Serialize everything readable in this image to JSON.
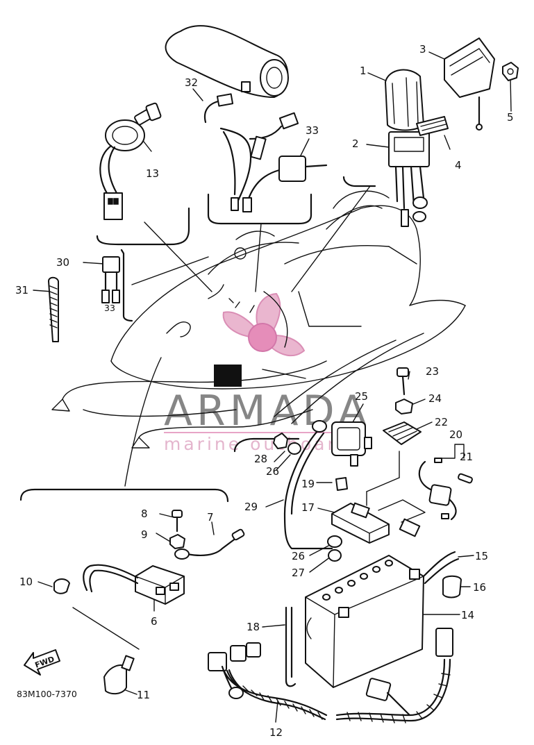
{
  "diagram": {
    "part_code": "83M100-7370",
    "direction_arrow_label": "FWD",
    "callouts": [
      "1",
      "2",
      "3",
      "4",
      "5",
      "6",
      "7",
      "8",
      "9",
      "10",
      "11",
      "12",
      "13",
      "14",
      "15",
      "16",
      "17",
      "18",
      "19",
      "20",
      "21",
      "22",
      "23",
      "24",
      "25",
      "26",
      "26",
      "27",
      "28",
      "29",
      "30",
      "31",
      "32",
      "33",
      "33"
    ]
  },
  "watermark": {
    "title": "ARMADA",
    "subtitle": "marine outboards",
    "color": "#e6a0c4"
  }
}
